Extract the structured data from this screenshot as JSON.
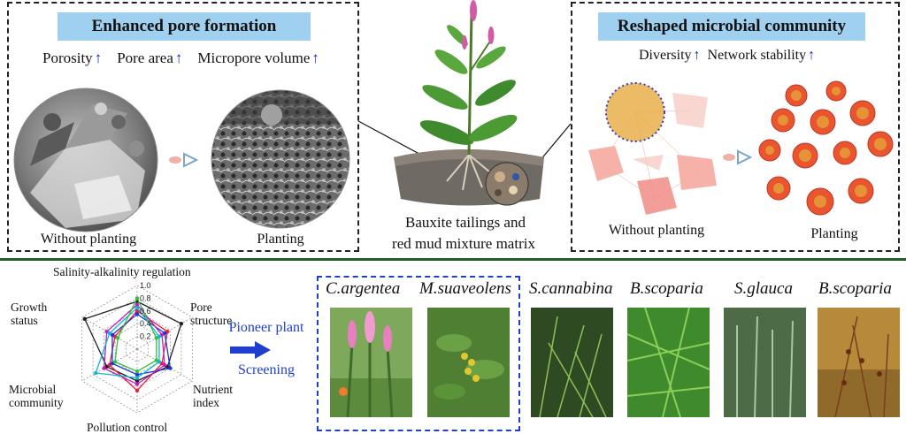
{
  "left_panel": {
    "title": "Enhanced pore formation",
    "metrics": [
      "Porosity",
      "Pore area",
      "Micropore volume"
    ],
    "up_arrow": "↑",
    "caption_without": "Without planting",
    "caption_with": "Planting"
  },
  "center": {
    "caption_line1": "Bauxite tailings and",
    "caption_line2": "red mud mixture matrix"
  },
  "right_panel": {
    "title": "Reshaped microbial community",
    "metrics": [
      "Diversity",
      "Network stability"
    ],
    "up_arrow": "↑",
    "caption_without": "Without planting",
    "caption_with": "Planting"
  },
  "radar": {
    "axes": [
      "Salinity-alkalinity regulation",
      "Pore structure",
      "Nutrient index",
      "Pollution control",
      "Microbial community",
      "Growth status"
    ],
    "axis_label_lines": {
      "pore": [
        "Pore",
        "structure"
      ],
      "nutrient": [
        "Nutrient",
        "index"
      ],
      "microbial": [
        "Microbial",
        "community"
      ],
      "growth": [
        "Growth",
        "status"
      ]
    },
    "ticks": [
      "1.0",
      "0.8",
      "0.6",
      "0.4",
      "0.2"
    ],
    "tick_values": [
      1.0,
      0.8,
      0.6,
      0.4,
      0.2
    ],
    "series_colors": [
      "#222222",
      "#e8203a",
      "#1a36d8",
      "#c21fbf",
      "#10b7d6",
      "#2fbf3a"
    ],
    "series_values": [
      [
        0.75,
        0.8,
        0.55,
        0.5,
        0.55,
        0.95
      ],
      [
        0.6,
        0.55,
        0.45,
        0.65,
        0.5,
        0.4
      ],
      [
        0.55,
        0.5,
        0.6,
        0.4,
        0.45,
        0.45
      ],
      [
        0.7,
        0.45,
        0.5,
        0.55,
        0.6,
        0.55
      ],
      [
        0.65,
        0.4,
        0.4,
        0.45,
        0.75,
        0.5
      ],
      [
        0.8,
        0.35,
        0.35,
        0.35,
        0.4,
        0.35
      ]
    ]
  },
  "screening": {
    "line1": "Pioneer plant",
    "line2": "Screening",
    "arrow_color": "#1f3fd0"
  },
  "plants": [
    "C.argentea",
    "M.suaveolens",
    "S.cannabina",
    "B.scoparia",
    "S.glauca",
    "B.scoparia"
  ],
  "colors": {
    "title_bg": "#9fd0ef",
    "divider": "#1f5f2a",
    "accent_blue": "#0a22c8",
    "network_node_blue": "#3a3dbd",
    "network_node_orange": "#e7a23a"
  }
}
